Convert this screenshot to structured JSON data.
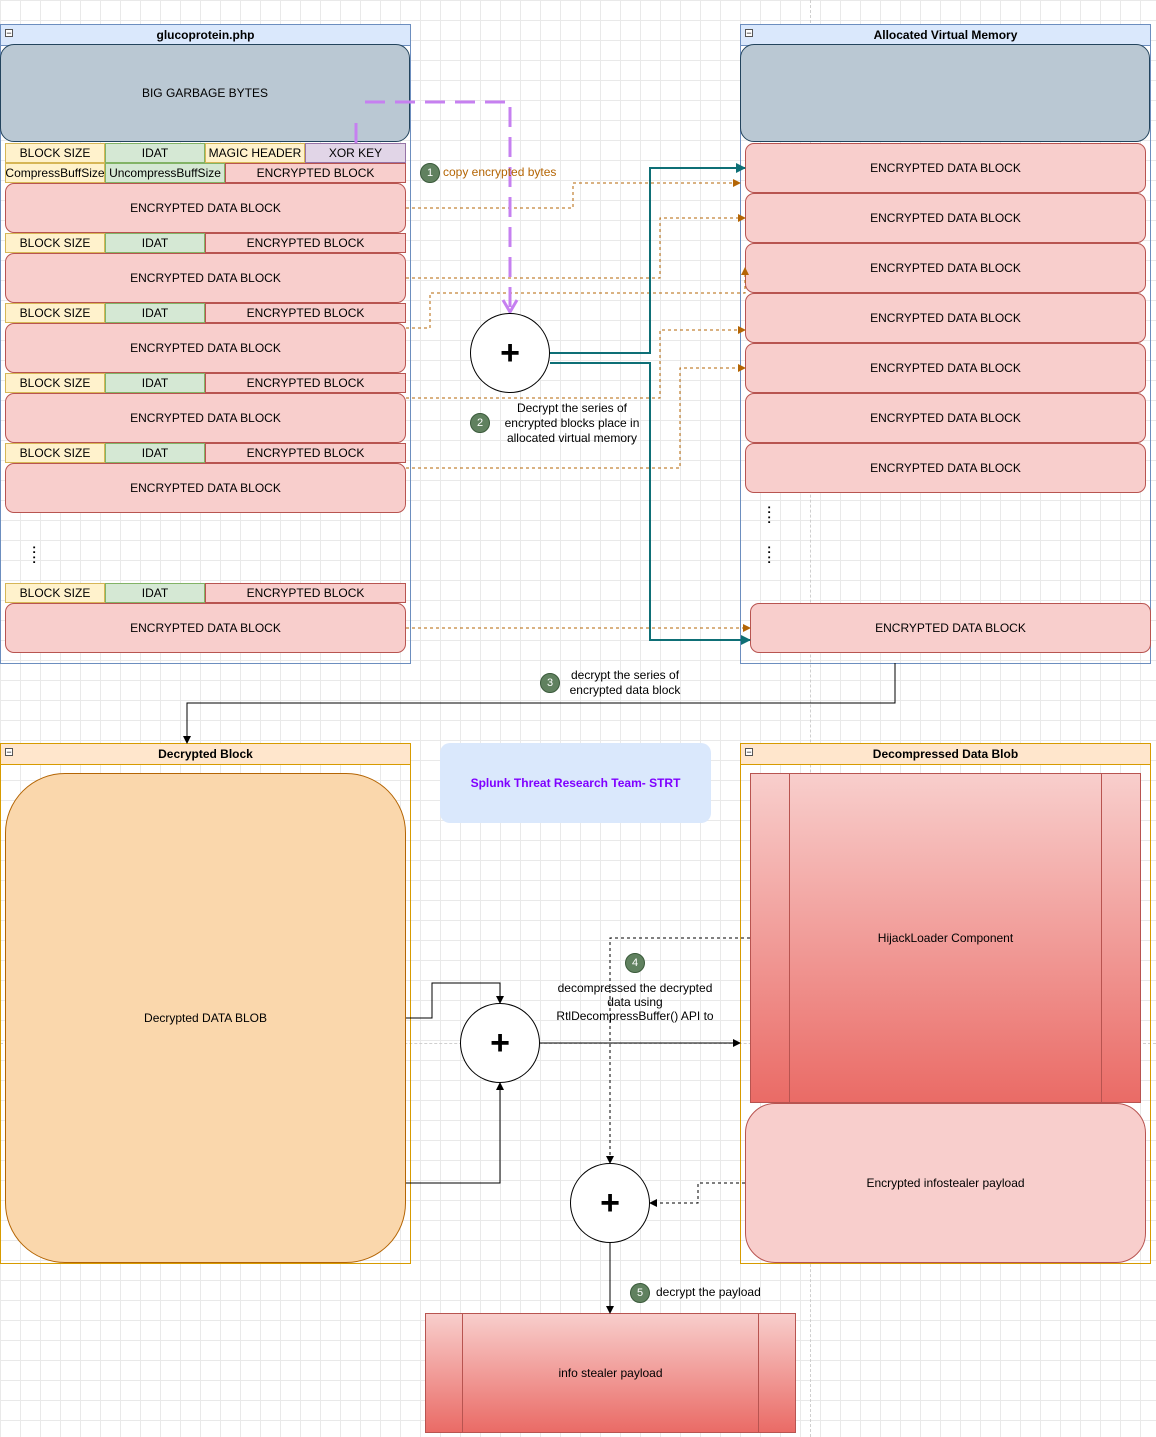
{
  "diagram": {
    "source_pool": {
      "title": "glucoprotein.php",
      "garbage_label": "BIG GARBAGE BYTES"
    },
    "header_row": {
      "block_size": "BLOCK SIZE",
      "idat": "IDAT",
      "magic_header": "MAGIC HEADER",
      "xor_key": "XOR KEY"
    },
    "size_row": {
      "compress": "CompressBuffSize",
      "uncompress": "UncompressBuffSize",
      "encrypted_block": "ENCRYPTED BLOCK"
    },
    "chunk_header": {
      "block_size": "BLOCK SIZE",
      "idat": "IDAT",
      "encrypted_block": "ENCRYPTED BLOCK"
    },
    "encrypted_data_block": "ENCRYPTED DATA BLOCK",
    "vertical_dots": ":",
    "memory_pool": {
      "title": "Allocated Virtual Memory"
    },
    "steps": [
      {
        "num": "1",
        "text": "copy encrypted bytes"
      },
      {
        "num": "2",
        "text": "Decrypt the series of encrypted blocks place in allocated virtual memory"
      },
      {
        "num": "3",
        "text": "decrypt the series of encrypted data block"
      },
      {
        "num": "4",
        "text": "decompressed the decrypted data using RtlDecompressBuffer() API to"
      },
      {
        "num": "5",
        "text": "decrypt the payload"
      }
    ],
    "plus_symbol": "+",
    "decrypted_pool": {
      "title": "Decrypted Block",
      "blob_label": "Decrypted DATA BLOB"
    },
    "team_label": "Splunk Threat Research Team- STRT",
    "decompressed_pool": {
      "title": "Decompressed Data Blob",
      "component_label": "HijackLoader Component",
      "payload_label": "Encrypted infostealer payload"
    },
    "output_label": "info stealer payload",
    "colors": {
      "encrypted": "#f8cecc",
      "garbage": "#bac8d3",
      "header_yellow": "#fff2cc",
      "idat_green": "#d5e8d4",
      "xor_purple": "#e1d5e7",
      "decrypted": "#fad7ac",
      "team_bg": "#dae8fc",
      "team_text": "#7f00ff",
      "step_badge": "#60815f",
      "copy_arrow": "#b46504",
      "flow_arrow": "#0e6f76",
      "dash_purple": "#c680f0"
    }
  }
}
